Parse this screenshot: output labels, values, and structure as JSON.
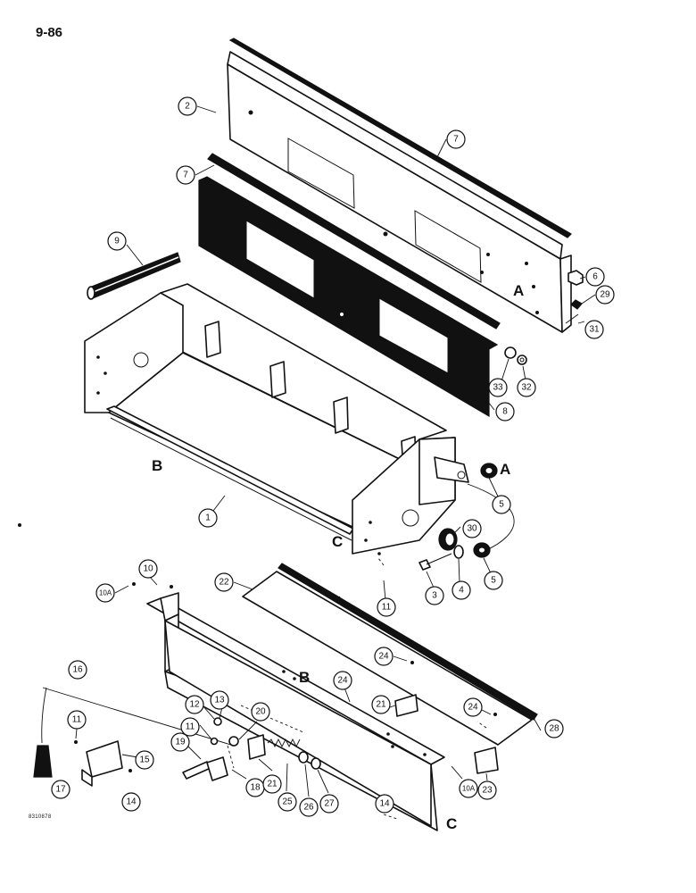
{
  "page_number": "9-86",
  "figure_code": "8310878",
  "callouts": [
    {
      "id": "c2",
      "label": "2"
    },
    {
      "id": "c7a",
      "label": "7"
    },
    {
      "id": "c7b",
      "label": "7"
    },
    {
      "id": "c9",
      "label": "9"
    },
    {
      "id": "c6",
      "label": "6"
    },
    {
      "id": "c29",
      "label": "29"
    },
    {
      "id": "c31",
      "label": "31"
    },
    {
      "id": "c33",
      "label": "33"
    },
    {
      "id": "c32",
      "label": "32"
    },
    {
      "id": "c8",
      "label": "8"
    },
    {
      "id": "c5a",
      "label": "5"
    },
    {
      "id": "c1",
      "label": "1"
    },
    {
      "id": "c30",
      "label": "30"
    },
    {
      "id": "c5b",
      "label": "5"
    },
    {
      "id": "c4",
      "label": "4"
    },
    {
      "id": "c3",
      "label": "3"
    },
    {
      "id": "c11a",
      "label": "11"
    },
    {
      "id": "c10",
      "label": "10"
    },
    {
      "id": "c10A_a",
      "label": "10A"
    },
    {
      "id": "c22",
      "label": "22"
    },
    {
      "id": "c24a",
      "label": "24"
    },
    {
      "id": "c24b",
      "label": "24"
    },
    {
      "id": "c24c",
      "label": "24"
    },
    {
      "id": "c21a",
      "label": "21"
    },
    {
      "id": "c28",
      "label": "28"
    },
    {
      "id": "c16",
      "label": "16"
    },
    {
      "id": "c12",
      "label": "12"
    },
    {
      "id": "c13",
      "label": "13"
    },
    {
      "id": "c11b",
      "label": "11"
    },
    {
      "id": "c20",
      "label": "20"
    },
    {
      "id": "c11c",
      "label": "11"
    },
    {
      "id": "c19",
      "label": "19"
    },
    {
      "id": "c15",
      "label": "15"
    },
    {
      "id": "c18",
      "label": "18"
    },
    {
      "id": "c21b",
      "label": "21"
    },
    {
      "id": "c23",
      "label": "23"
    },
    {
      "id": "c17",
      "label": "17"
    },
    {
      "id": "c14a",
      "label": "14"
    },
    {
      "id": "c25",
      "label": "25"
    },
    {
      "id": "c26",
      "label": "26"
    },
    {
      "id": "c27",
      "label": "27"
    },
    {
      "id": "c10A_b",
      "label": "10A"
    },
    {
      "id": "c14b",
      "label": "14"
    }
  ],
  "reference_letters": [
    {
      "id": "refA1",
      "label": "A"
    },
    {
      "id": "refA2",
      "label": "A"
    },
    {
      "id": "refB1",
      "label": "B"
    },
    {
      "id": "refB2",
      "label": "B"
    },
    {
      "id": "refC1",
      "label": "C"
    },
    {
      "id": "refC2",
      "label": "C"
    }
  ]
}
